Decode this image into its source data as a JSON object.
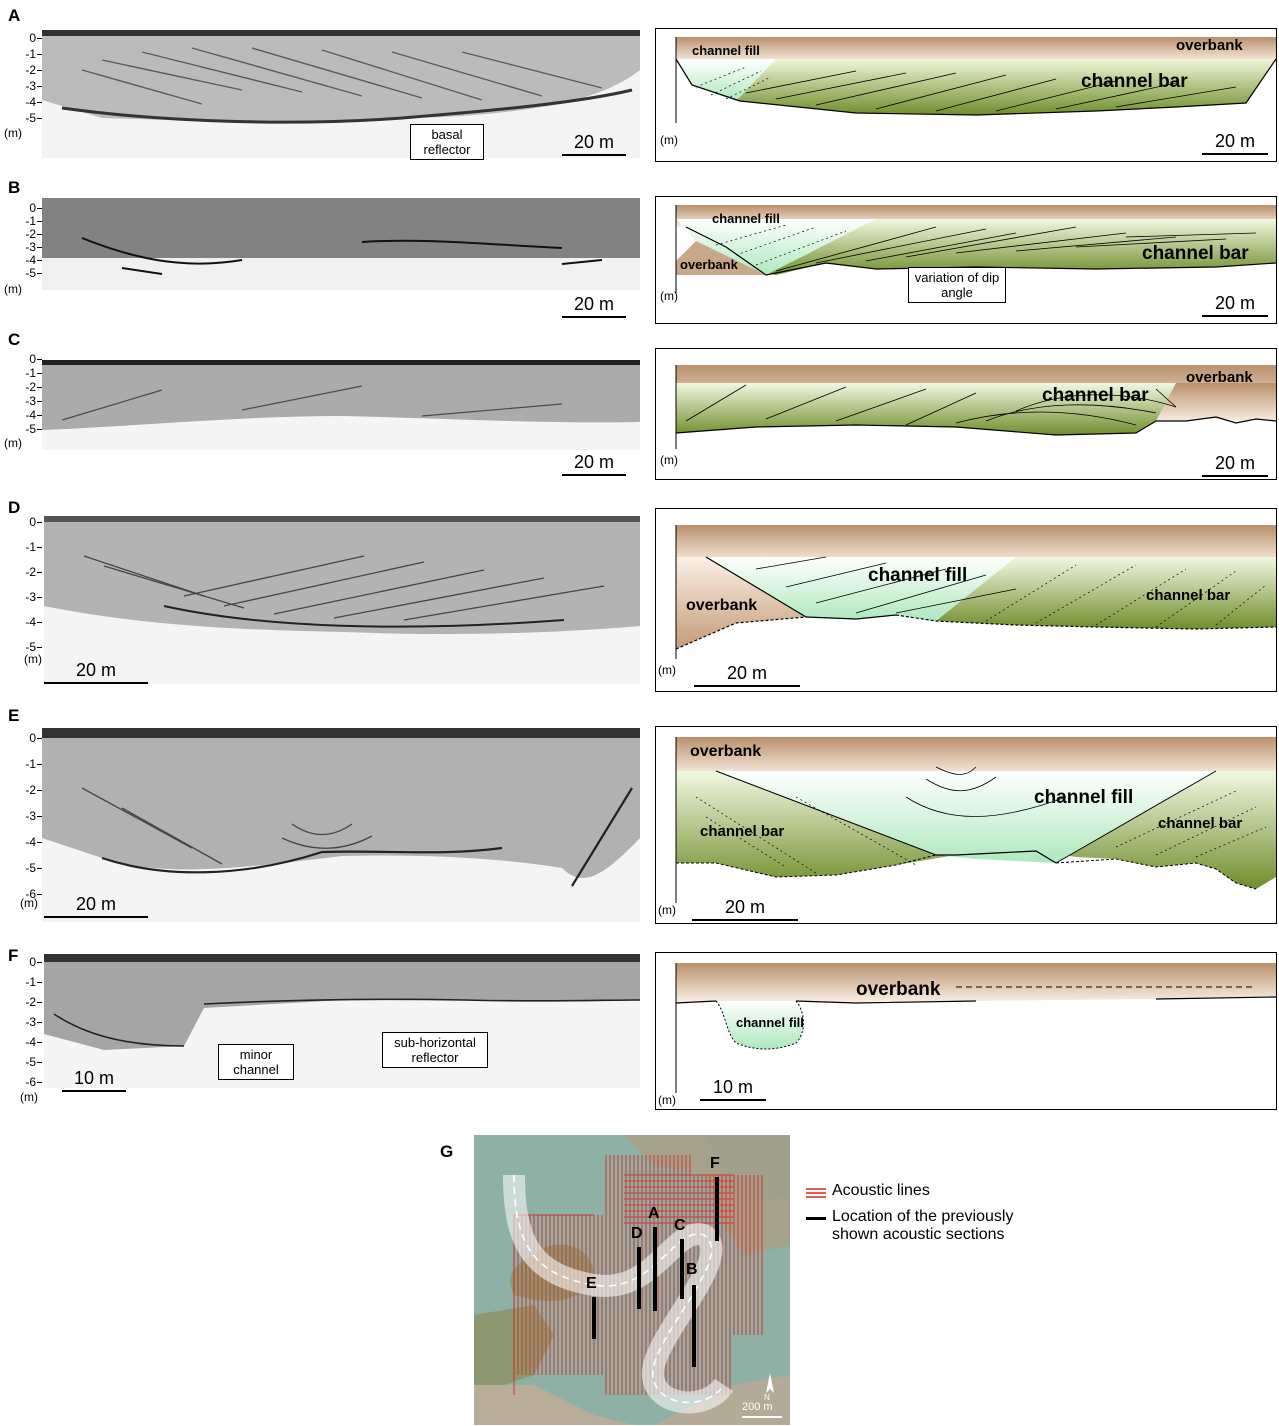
{
  "panels": [
    {
      "letter": "A",
      "depth_ticks": [
        "0",
        "-1",
        "-2",
        "-3",
        "-4",
        "-5"
      ],
      "unit": "(m)",
      "scale_left": "20 m",
      "scale_right": "20 m",
      "callouts": [
        {
          "text": "basal reflector"
        }
      ],
      "labels": {
        "channel_fill": "channel fill",
        "overbank": "overbank",
        "channel_bar": "channel bar"
      }
    },
    {
      "letter": "B",
      "depth_ticks": [
        "0",
        "-1",
        "-2",
        "-3",
        "-4",
        "-5"
      ],
      "unit": "(m)",
      "scale_left": "20 m",
      "scale_right": "20 m",
      "labels": {
        "channel_fill": "channel fill",
        "overbank": "overbank",
        "channel_bar": "channel bar",
        "dip": "variation of dip angle"
      }
    },
    {
      "letter": "C",
      "depth_ticks": [
        "0",
        "-1",
        "-2",
        "-3",
        "-4",
        "-5"
      ],
      "unit": "(m)",
      "scale_left": "20 m",
      "scale_right": "20 m",
      "labels": {
        "overbank": "overbank",
        "channel_bar": "channel bar"
      }
    },
    {
      "letter": "D",
      "depth_ticks": [
        "0",
        "-1",
        "-2",
        "-3",
        "-4",
        "-5"
      ],
      "unit": "(m)",
      "scale_left": "20 m",
      "scale_right": "20 m",
      "labels": {
        "channel_fill": "channel fill",
        "overbank": "overbank",
        "channel_bar": "channel bar"
      }
    },
    {
      "letter": "E",
      "depth_ticks": [
        "0",
        "-1",
        "-2",
        "-3",
        "-4",
        "-5",
        "-6"
      ],
      "unit": "(m)",
      "scale_left": "20 m",
      "scale_right": "20 m",
      "labels": {
        "overbank": "overbank",
        "channel_fill": "channel fill",
        "channel_bar_left": "channel bar",
        "channel_bar_right": "channel bar"
      }
    },
    {
      "letter": "F",
      "depth_ticks": [
        "0",
        "-1",
        "-2",
        "-3",
        "-4",
        "-5",
        "-6"
      ],
      "unit": "(m)",
      "scale_left": "10 m",
      "scale_right": "10 m",
      "callouts": [
        {
          "text": "minor channel"
        },
        {
          "text": "sub-horizontal reflector"
        }
      ],
      "labels": {
        "overbank": "overbank",
        "channel_fill": "channel fill"
      }
    }
  ],
  "map": {
    "letter": "G",
    "section_labels": [
      "F",
      "A",
      "C",
      "D",
      "B",
      "E"
    ],
    "north": "N",
    "scale": "200 m",
    "legend": {
      "acoustic": "Acoustic lines",
      "sections": "Location of the previously shown acoustic sections"
    }
  },
  "colors": {
    "overbank": "#c9a88a",
    "channel_bar": "#7d9a3a",
    "channel_fill": "#b8eec4",
    "line": "#e02020"
  }
}
